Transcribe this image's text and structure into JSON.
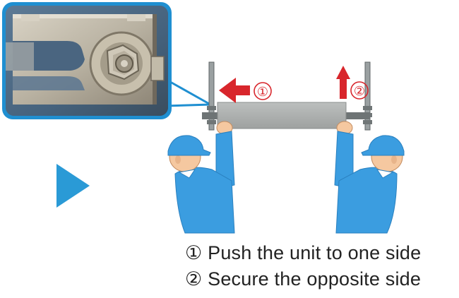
{
  "steps": [
    {
      "marker": "①",
      "text": "Push the unit to one side"
    },
    {
      "marker": "②",
      "text": "Secure the opposite side"
    }
  ],
  "diagram_markers": {
    "step1": "①",
    "step2": "②"
  },
  "colors": {
    "callout_border": "#1f8fd1",
    "play_arrow": "#2a9ad6",
    "push_arrow": "#d8262c",
    "unit_body": "#a9abaa",
    "worker_shirt": "#3b9de0",
    "worker_skin": "#f5c8a0",
    "rod": "#8b8f90"
  },
  "icons": {
    "play": "play-arrow-icon",
    "push": "left-arrow-icon",
    "lift": "up-arrow-icon"
  }
}
